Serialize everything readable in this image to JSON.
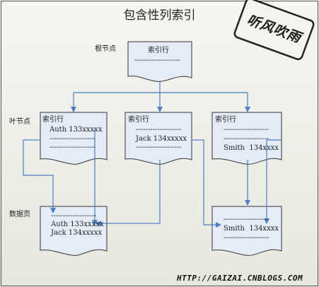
{
  "title": "包含性列索引",
  "stamp": "听风吹雨",
  "watermark": "HTTP://GAIZAI.CNBLOGS.COM",
  "levels": {
    "root": "根节点",
    "leaf": "叶节点",
    "data": "数据页"
  },
  "root_node": {
    "header": "索引行",
    "dash": "-------------------"
  },
  "leaf_nodes": [
    {
      "header": "索引行",
      "row1": "Auth 133xxxxx",
      "row2": "-------------------",
      "row3": "-------------------"
    },
    {
      "header": "索引行",
      "row1": "-------------------",
      "row2": "Jack 134xxxxx",
      "row3": "-------------------"
    },
    {
      "header": "索引行",
      "row1": "-------------------",
      "row2": "-------------------",
      "row3": "Smith  134xxxx"
    }
  ],
  "data_pages": [
    {
      "row1": "-------------------",
      "row2": "Auth 133xxxxx",
      "row3": "Jack 134xxxxx"
    },
    {
      "row1": "-------------------",
      "row2": "Smith  134xxxx",
      "row3": "-------------------"
    }
  ],
  "colors": {
    "box_fill": "#e4ecf8",
    "box_stroke": "#333333",
    "arrow": "#4a7cc7",
    "border": "#555555"
  }
}
